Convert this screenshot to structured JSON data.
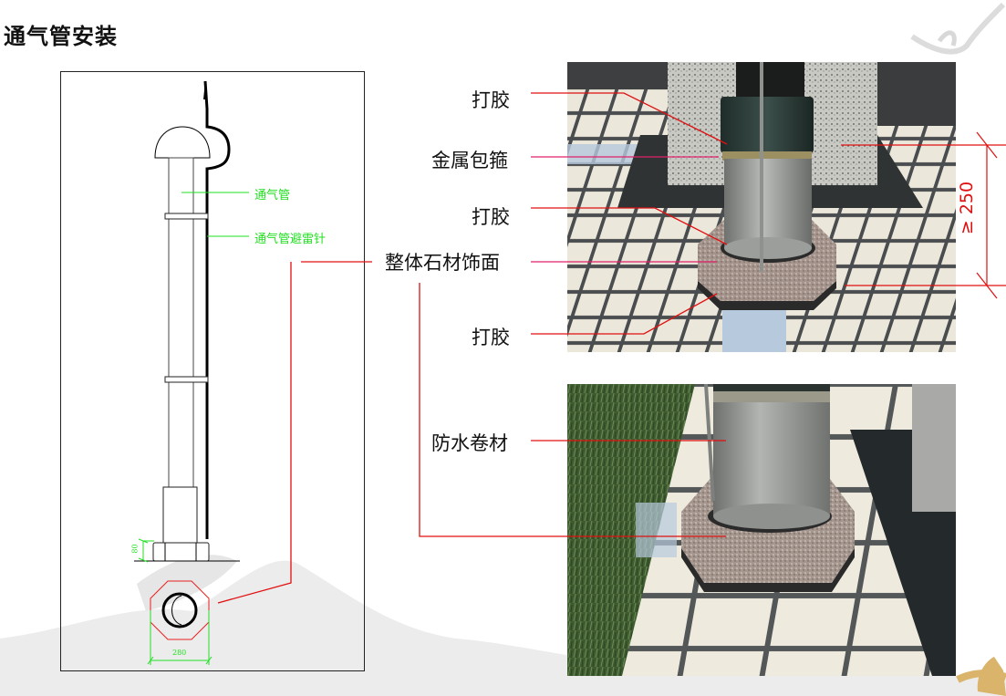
{
  "page": {
    "title": "通气管安装"
  },
  "drawing": {
    "labels": {
      "vent_pipe": "通气管",
      "lightning_rod": "通气管避雷针"
    },
    "dimensions": {
      "base_height": "80",
      "base_width": "280"
    },
    "colors": {
      "cad_green": "#22e022",
      "octagon_red": "#e82020",
      "leader_red": "#e01010"
    }
  },
  "callouts": {
    "top_photo": [
      {
        "label": "打胶"
      },
      {
        "label": "金属包箍"
      },
      {
        "label": "打胶"
      },
      {
        "label": "整体石材饰面"
      },
      {
        "label": "打胶"
      }
    ],
    "bottom_photo": [
      {
        "label": "防水卷材"
      }
    ]
  },
  "photo_dimension": {
    "label": "≥ 250"
  },
  "colors": {
    "callout_line": "#e01010",
    "callout_line_pink": "#e0206a",
    "tile": "#efece0",
    "tile_blue": "#b7c9dd",
    "granite": "#a89a94",
    "pipe": "#9a9c9a",
    "grass": "#4d6b3a"
  }
}
